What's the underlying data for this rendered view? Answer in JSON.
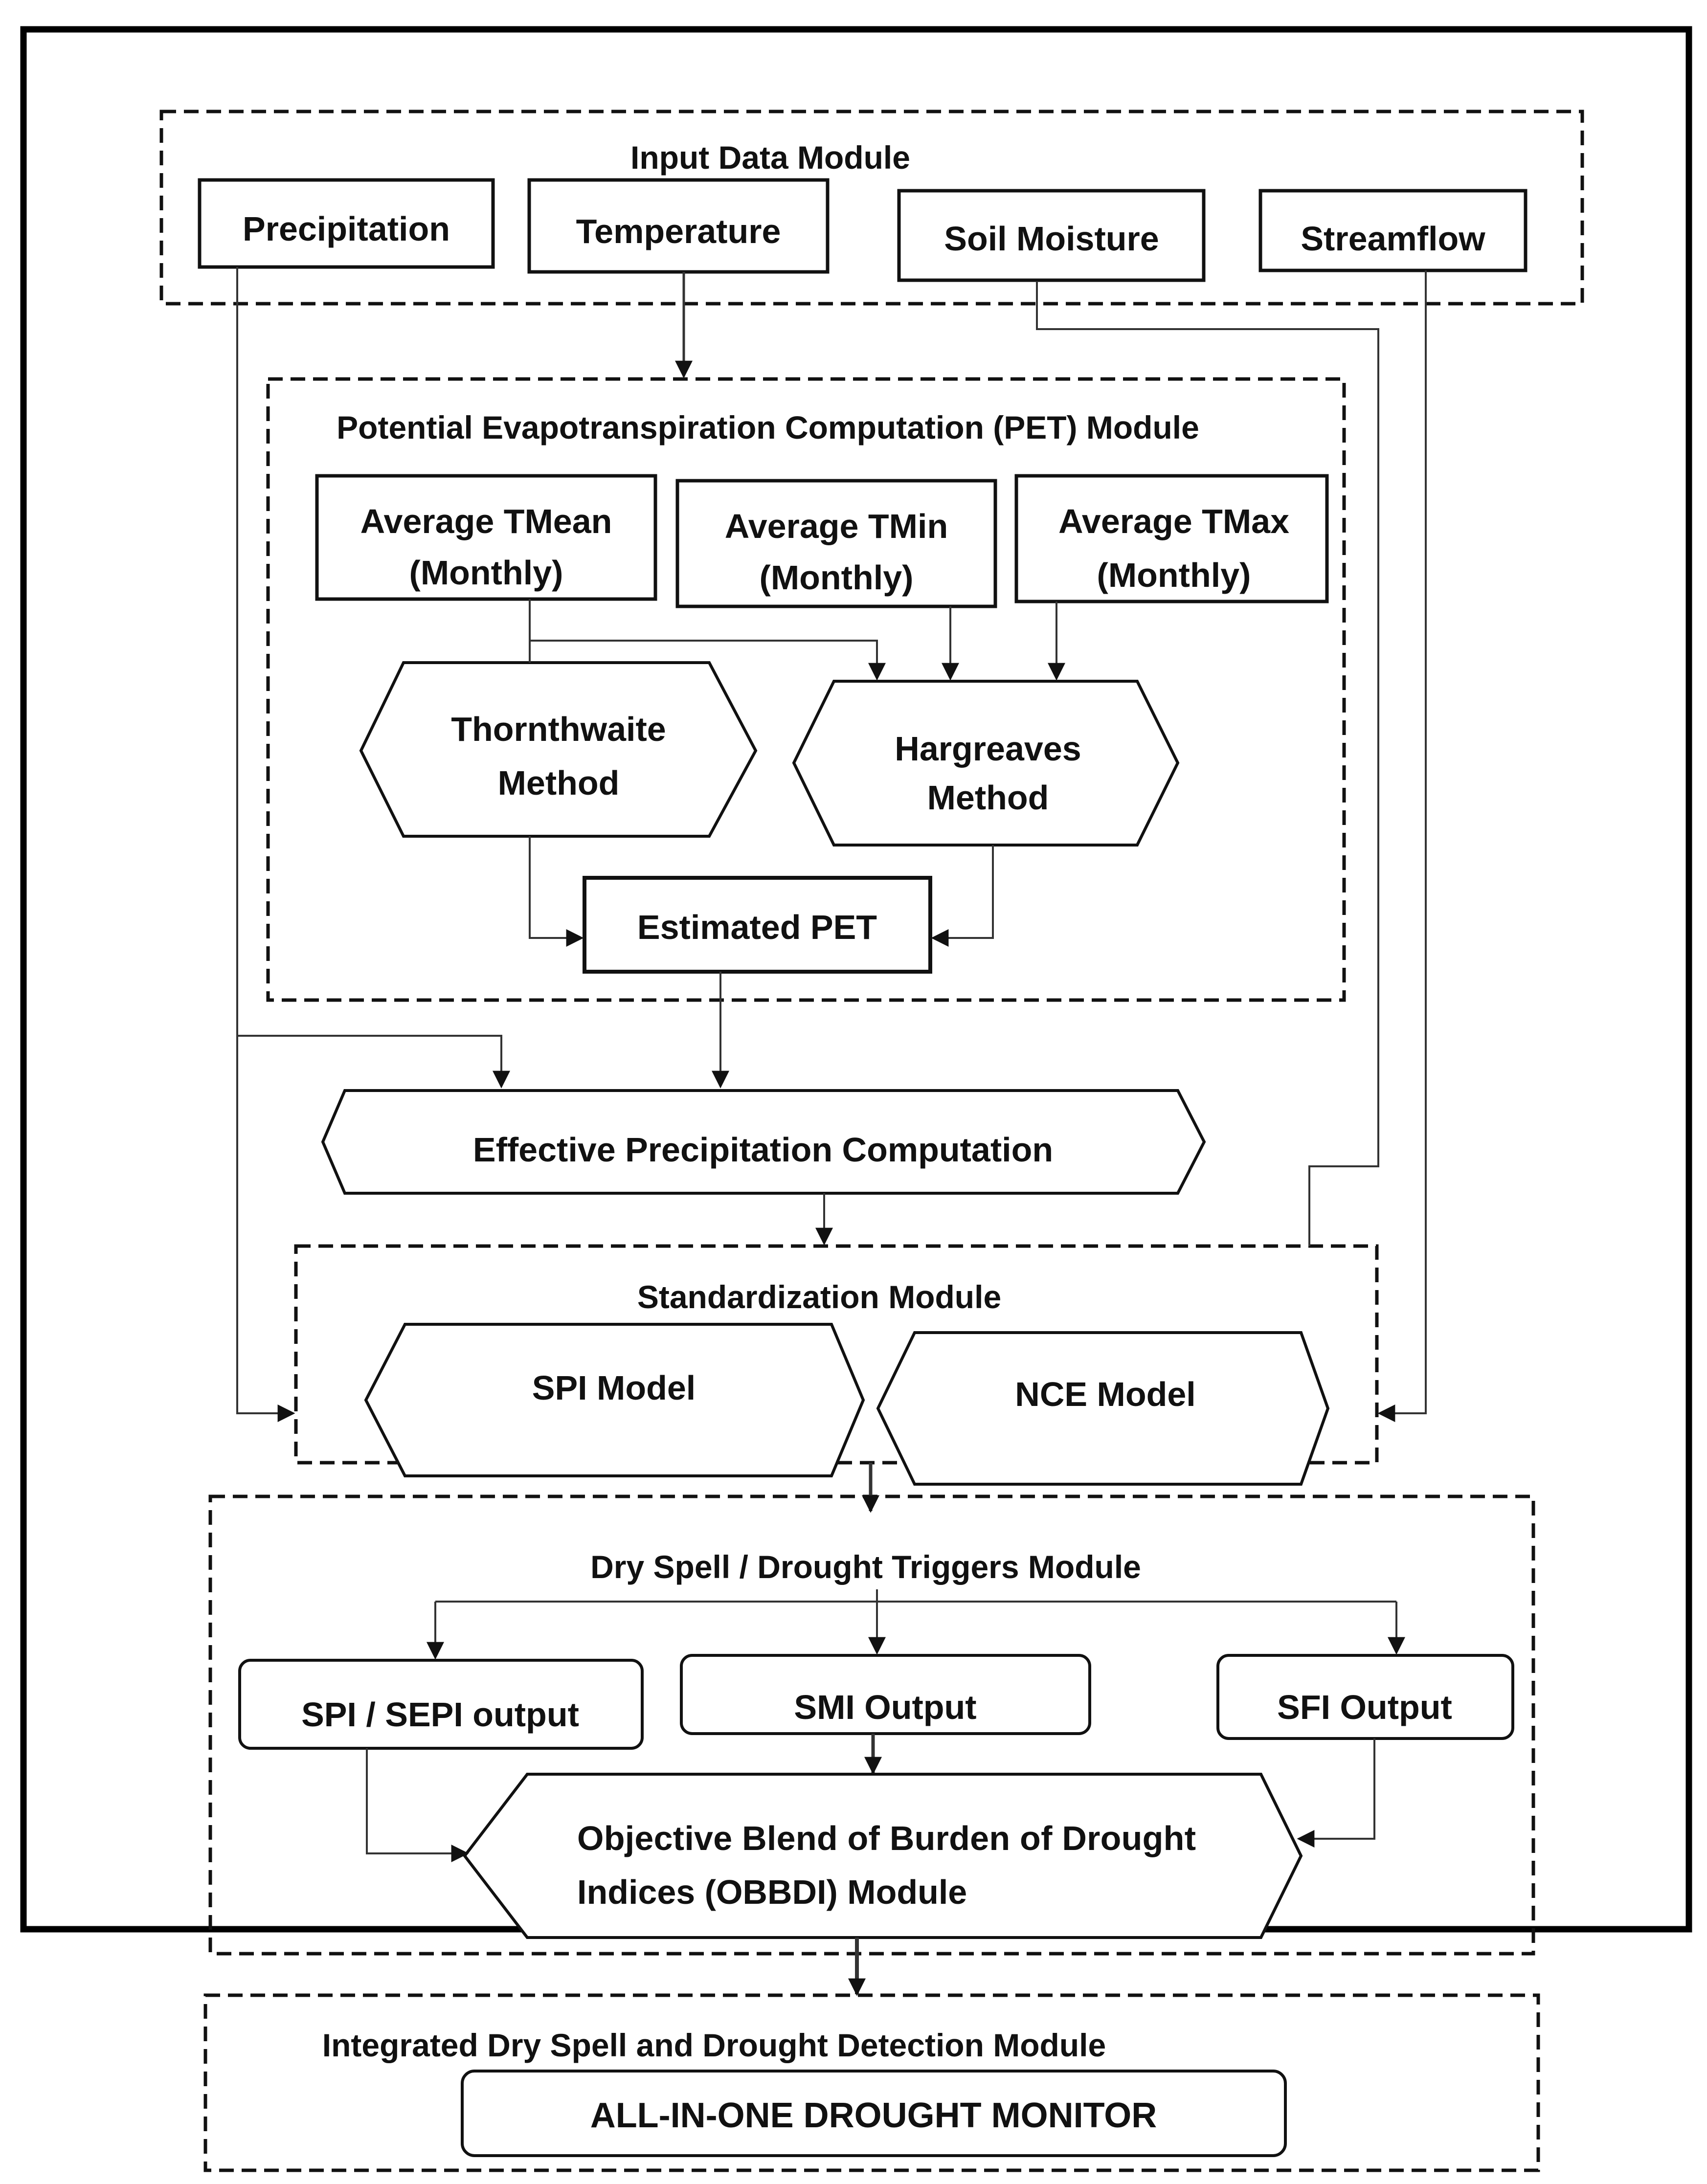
{
  "input_module": {
    "title": "Input Data Module",
    "precipitation": "Precipitation",
    "temperature": "Temperature",
    "soil_moisture": "Soil Moisture",
    "streamflow": "Streamflow"
  },
  "pet_module": {
    "title": "Potential Evapotranspiration Computation (PET) Module",
    "tmean_line1": "Average TMean",
    "tmean_line2": "(Monthly)",
    "tmin_line1": "Average TMin",
    "tmin_line2": "(Monthly)",
    "tmax_line1": "Average TMax",
    "tmax_line2": "(Monthly)",
    "thornthwaite_line1": "Thornthwaite",
    "thornthwaite_line2": "Method",
    "hargreaves_line1": "Hargreaves",
    "hargreaves_line2": "Method",
    "estimated_pet": "Estimated PET"
  },
  "effective_precipitation": "Effective Precipitation Computation",
  "standardization_module": {
    "title": "Standardization Module",
    "spi_model": "SPI Model",
    "nce_model": "NCE Model"
  },
  "triggers_module": {
    "title": "Dry Spell / Drought Triggers Module",
    "spi_sepi_output": "SPI / SEPI output",
    "smi_output": "SMI Output",
    "sfi_output": "SFI Output",
    "obbdi_line1": "Objective Blend of Burden of Drought",
    "obbdi_line2": "Indices (OBBDI) Module"
  },
  "detection_module": {
    "title": "Integrated Dry Spell and Drought Detection Module",
    "monitor": "ALL-IN-ONE DROUGHT MONITOR"
  }
}
